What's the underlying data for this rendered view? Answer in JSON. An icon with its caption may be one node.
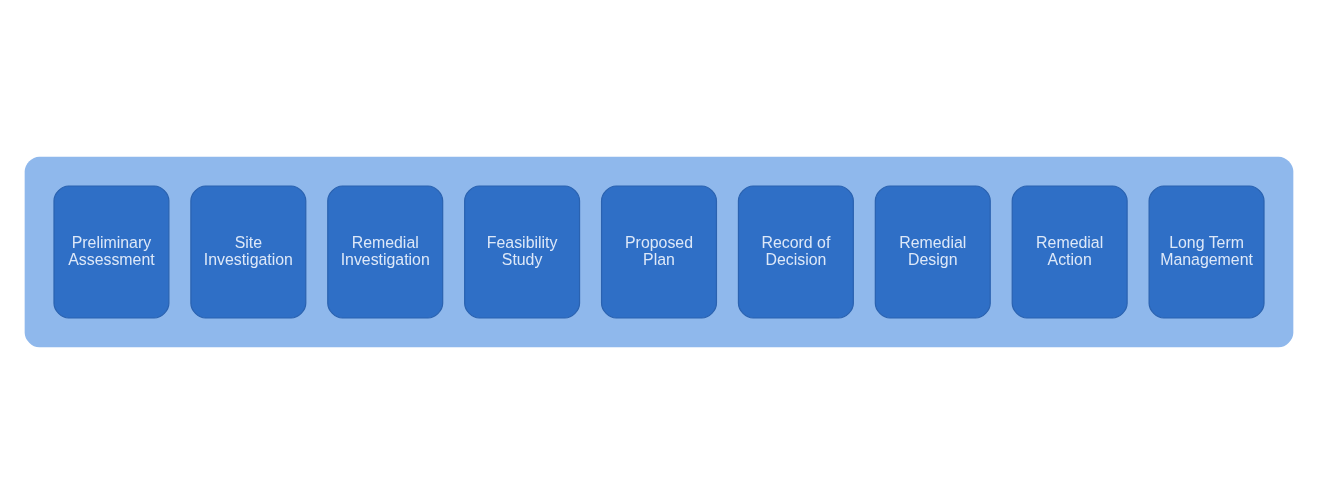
{
  "diagram": {
    "nodes": [
      {
        "text": [],
        "shape": "arrow"
      },
      {
        "text": [
          "Preliminary Assessment"
        ],
        "in": 0
      },
      {
        "text": [
          "Site Investigation"
        ],
        "in": 0
      },
      {
        "text": [
          "Remedial Investigation"
        ],
        "in": 0
      },
      {
        "text": [
          "Feasibility Study"
        ],
        "in": 0
      },
      {
        "text": [
          "Proposed Plan"
        ],
        "in": 0
      },
      {
        "text": [
          "Record of Decision"
        ],
        "in": 0
      },
      {
        "text": [
          "Remedial Design"
        ],
        "in": 0
      },
      {
        "text": [
          "Remedial Action"
        ],
        "in": 0
      },
      {
        "text": [
          "Long Term Management"
        ],
        "in": 0
      }
    ],
    "edges": []
  }
}
